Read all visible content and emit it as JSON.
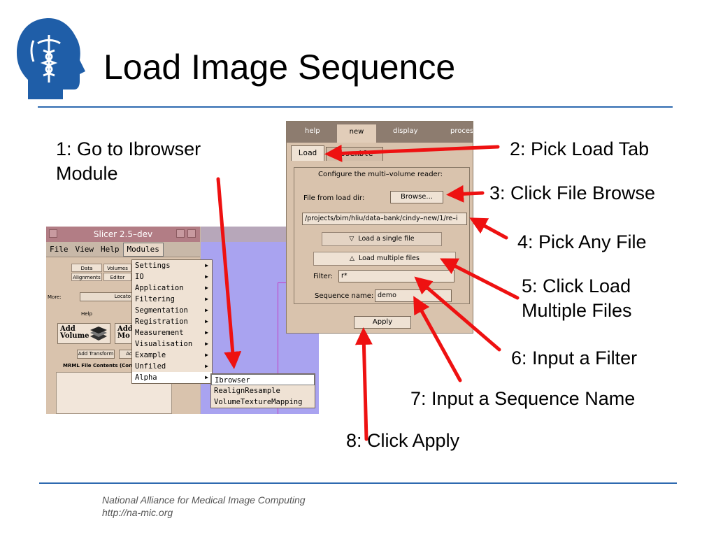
{
  "slide": {
    "title": "Load Image Sequence",
    "footer_line1": "National Alliance for Medical Image Computing",
    "footer_line2": "http://na-mic.org",
    "colors": {
      "rule": "#2e6ab0",
      "arrow": "#ee1111",
      "logo": "#1f5ea8"
    }
  },
  "callouts": {
    "step1_line1": "1: Go to Ibrowser",
    "step1_line2": "Module",
    "step2": "2: Pick Load Tab",
    "step3": "3: Click File Browse",
    "step4": "4: Pick Any File",
    "step5_line1": "5: Click Load",
    "step5_line2": "Multiple Files",
    "step6": "6: Input a Filter",
    "step7": "7: Input a Sequence Name",
    "step8": "8: Click Apply"
  },
  "slicer": {
    "window_title": "Slicer 2.5–dev",
    "menubar": [
      "File",
      "View",
      "Help",
      "Modules"
    ],
    "panel_tabs": [
      "Data",
      "Volumes",
      "Alignments",
      "Editor"
    ],
    "more_label": "More:",
    "locator_label": "Locato",
    "help_label": "Help",
    "add_volume_line1": "Add",
    "add_volume_line2": "Volume",
    "add_model_line1": "Add",
    "add_model_line2": "Mo",
    "add_transform": "Add Transform",
    "add_other": "Add",
    "mrml_label": "MRML File Contents (Con",
    "modules_menu": [
      "Settings",
      "IO",
      "Application",
      "Filtering",
      "Segmentation",
      "Registration",
      "Measurement",
      "Visualisation",
      "Example",
      "Unfiled",
      "Alpha"
    ],
    "alpha_menu": [
      "Ibrowser",
      "RealignResample",
      "VolumeTextureMapping"
    ]
  },
  "ibrowser": {
    "top_tabs": [
      "help",
      "new",
      "display",
      "proces"
    ],
    "sub_tabs": [
      "Load",
      "Assemble"
    ],
    "caption": "Configure the multi–volume reader:",
    "file_label": "File from load dir:",
    "browse_button": "Browse...",
    "path_value": "/projects/birn/hliu/data–bank/cindy–new/1/re–i",
    "load_single": "Load a single file",
    "load_multiple": "Load multiple files",
    "filter_label": "Filter:",
    "filter_value": "r*",
    "sequence_label": "Sequence name:",
    "sequence_value": "demo",
    "apply_button": "Apply"
  }
}
